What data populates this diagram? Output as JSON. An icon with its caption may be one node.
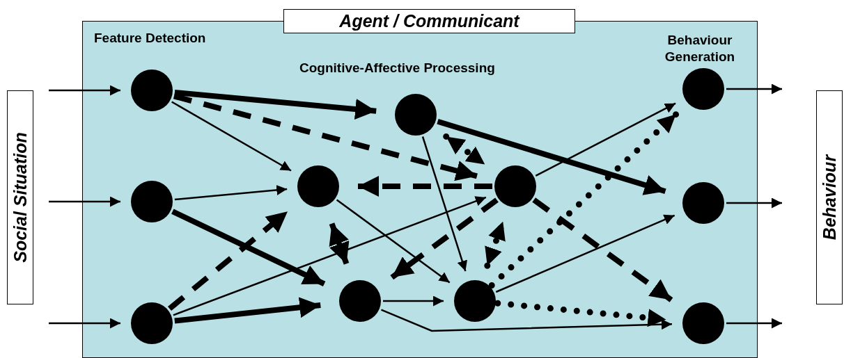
{
  "diagram": {
    "nodes": [
      {
        "text": [
          "Social Situation"
        ]
      },
      {
        "text": [
          "Agent / Communicant"
        ]
      },
      {
        "text": [],
        "shape": "circle",
        "in": 1
      },
      {
        "text": [],
        "shape": "circle",
        "in": 1
      },
      {
        "text": [],
        "shape": "circle",
        "in": 1
      },
      {
        "text": [],
        "shape": "circle",
        "in": 1
      },
      {
        "text": [],
        "shape": "circle",
        "in": 1
      },
      {
        "text": [],
        "shape": "circle",
        "in": 1
      },
      {
        "text": [],
        "shape": "circle",
        "in": 1
      },
      {
        "text": [],
        "shape": "circle",
        "in": 1
      },
      {
        "text": [],
        "shape": "circle",
        "in": 1
      },
      {
        "text": [],
        "shape": "circle",
        "in": 1
      },
      {
        "text": [],
        "shape": "circle",
        "in": 1
      },
      {
        "text": [
          "Behaviour"
        ]
      }
    ],
    "edges": [
      {
        "from": null,
        "to": 2,
        "arrow": "to"
      },
      {
        "from": null,
        "to": 3,
        "arrow": "to"
      },
      {
        "from": null,
        "to": 4,
        "arrow": "to"
      },
      {
        "from": 2,
        "to": 5,
        "arrow": "to",
        "style": "thick"
      },
      {
        "from": 2,
        "to": 7,
        "arrow": "to",
        "style": "dashed"
      },
      {
        "from": 2,
        "to": 6,
        "arrow": "to"
      },
      {
        "from": 7,
        "to": 6,
        "arrow": "to",
        "style": "dashed"
      },
      {
        "from": 3,
        "to": 6,
        "arrow": "to"
      },
      {
        "from": 3,
        "to": 8,
        "arrow": "to",
        "style": "thick"
      },
      {
        "from": 4,
        "to": 6,
        "arrow": "to",
        "style": "dashed"
      },
      {
        "from": 4,
        "to": 7,
        "arrow": "to"
      },
      {
        "from": 4,
        "to": 8,
        "arrow": "to",
        "style": "thick"
      },
      {
        "from": 6,
        "to": 8,
        "arrow": "both",
        "style": "thick"
      },
      {
        "from": 6,
        "to": 9,
        "arrow": "to"
      },
      {
        "from": 5,
        "to": 9,
        "arrow": "to"
      },
      {
        "from": 5,
        "to": 7,
        "arrow": "both",
        "style": "dashed"
      },
      {
        "from": 7,
        "to": 8,
        "arrow": "to",
        "style": "dashed"
      },
      {
        "from": 9,
        "to": 7,
        "arrow": "both",
        "style": "dashed"
      },
      {
        "from": 8,
        "to": 9,
        "arrow": "to"
      },
      {
        "from": 8,
        "to": 12,
        "arrow": "to"
      },
      {
        "from": 5,
        "to": 11,
        "arrow": "to",
        "style": "thick"
      },
      {
        "from": 7,
        "to": 10,
        "arrow": "to"
      },
      {
        "from": 7,
        "to": 12,
        "arrow": "to",
        "style": "dashed"
      },
      {
        "from": 9,
        "to": 10,
        "arrow": "to",
        "style": "dashed"
      },
      {
        "from": 9,
        "to": 11,
        "arrow": "to"
      },
      {
        "from": 9,
        "to": 12,
        "arrow": "to",
        "style": "dashed"
      },
      {
        "from": 10,
        "to": null,
        "arrow": "to"
      },
      {
        "from": 11,
        "to": null,
        "arrow": "to"
      },
      {
        "from": 12,
        "to": null,
        "arrow": "to"
      }
    ],
    "labels": [
      "Feature Detection",
      "Cognitive-Affective Processing",
      "Behaviour Generation"
    ]
  }
}
